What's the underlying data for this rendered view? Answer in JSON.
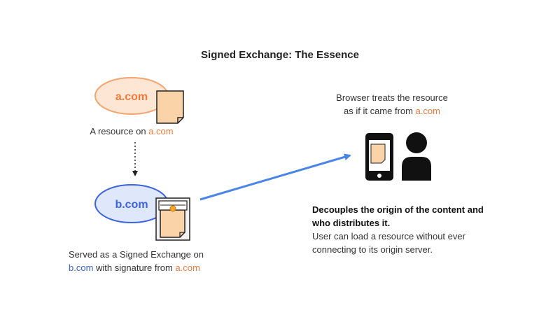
{
  "title": "Signed Exchange: The Essence",
  "origin": {
    "domain": "a.com",
    "caption_prefix": "A resource on ",
    "caption_domain": "a.com"
  },
  "distributor": {
    "domain": "b.com",
    "caption_line1": "Served as a Signed Exchange on",
    "caption_line2_domain": "b.com",
    "caption_line2_middle": " with signature from ",
    "caption_line2_origin": "a.com"
  },
  "browser": {
    "line1": "Browser treats the resource",
    "line2_prefix": "as if it came from ",
    "line2_domain": "a.com"
  },
  "summary": {
    "heading_line1": "Decouples the origin of the content and",
    "heading_line2": "who distributes it.",
    "body_line1": "User can load a resource without ever",
    "body_line2": "connecting to its origin server."
  },
  "colors": {
    "orange_accent": "#f07a3c",
    "blue_accent": "#3b62e0",
    "arrow_blue": "#4a86e8",
    "ellipse_orange_fill": "#fde6d4",
    "ellipse_blue_fill": "#dfe8fb",
    "document_fill": "#fad3a8"
  },
  "icons": [
    "document-icon",
    "signed-exchange-package-icon",
    "smartphone-icon",
    "user-icon"
  ]
}
